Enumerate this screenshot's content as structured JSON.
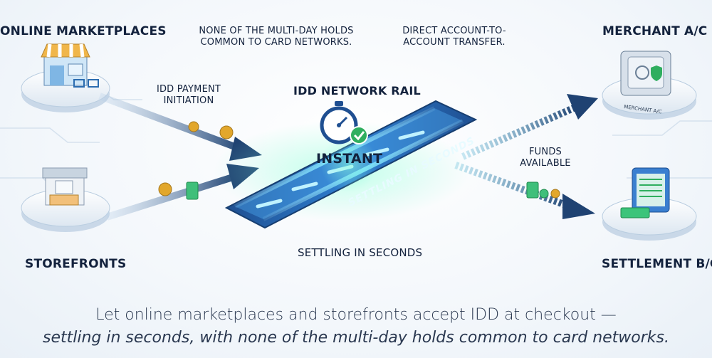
{
  "nodes": {
    "online_marketplaces": "ONLINE MARKETPLACES",
    "storefronts": "STOREFRONTS",
    "merchant": "MERCHANT A/C",
    "settlement": "SETTLEMENT B/C",
    "merchant_box_text": "MERCHANT A/C"
  },
  "notes": {
    "holds": [
      "NONE OF THE MULTI-DAY HOLDS",
      "COMMON TO CARD NETWORKS."
    ],
    "direct": [
      "DIRECT ACCOUNT-TO-",
      "ACCOUNT TRANSFER."
    ],
    "payment_initiation": [
      "IDD PAYMENT",
      "INITIATION"
    ],
    "funds_available": [
      "FUNDS",
      "AVAILABLE"
    ]
  },
  "rail": {
    "title": "IDD NETWORK RAIL",
    "instant": "INSTANT",
    "rail_text": "SETTLING IN SECONDS",
    "below": "SETTLING IN SECONDS"
  },
  "caption": {
    "line1": "Let online marketplaces and storefronts accept IDD at checkout —",
    "line2": "settling in seconds, with none of the multi-day holds common to card networks."
  },
  "colors": {
    "arrow": "#234a78",
    "rail_glow": "#58d7f5",
    "accent_green": "#2fae5f",
    "coin": "#e2a72c",
    "platform": "#eef3f8"
  }
}
